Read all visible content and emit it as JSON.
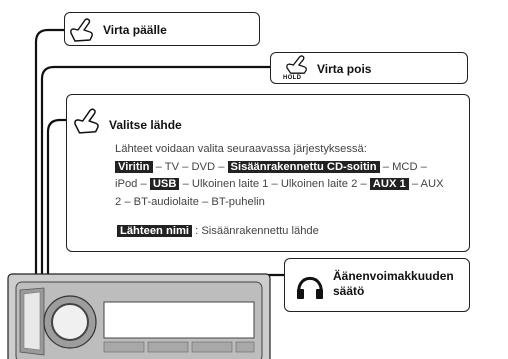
{
  "callouts": {
    "power_on": {
      "label": "Virta päälle",
      "icon": "hand-press-icon"
    },
    "power_off": {
      "label": "Virta pois",
      "icon": "hand-press-hold-icon",
      "badge": "HOLD"
    },
    "select_source": {
      "label": "Valitse lähde",
      "icon": "hand-press-icon",
      "intro": "Lähteet voidaan valita seuraavassa järjestyksessä:",
      "sequence": [
        {
          "text": "Viritin",
          "highlight": true
        },
        {
          "text": " – TV – DVD – ",
          "highlight": false
        },
        {
          "text": "Sisäänrakennettu CD-soitin",
          "highlight": true
        },
        {
          "text": " – MCD – iPod – ",
          "highlight": false
        },
        {
          "text": "USB",
          "highlight": true
        },
        {
          "text": " – Ulkoinen laite 1 – Ulkoinen laite 2 – ",
          "highlight": false
        },
        {
          "text": "AUX 1",
          "highlight": true
        },
        {
          "text": " – AUX 2 – BT-audiolaite – BT-puhelin",
          "highlight": false
        }
      ],
      "legend_term": "Lähteen nimi",
      "legend_desc": " : Sisäänrakennettu lähde"
    },
    "volume": {
      "label": "Äänenvoimakkuuden säätö",
      "icon": "rotary-knob-icon"
    }
  },
  "colors": {
    "highlight_bg": "#222222",
    "device_gray": "#c9c9c9"
  }
}
